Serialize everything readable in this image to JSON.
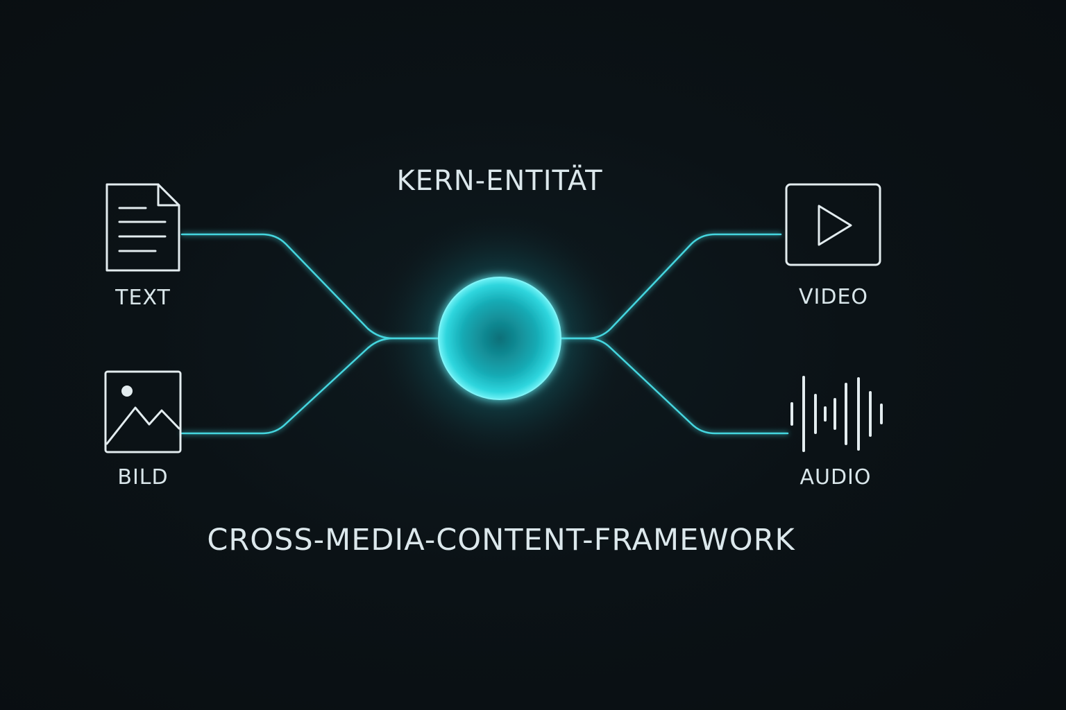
{
  "title": "KERN-ENTITÄT",
  "footer": "CROSS-MEDIA-CONTENT-FRAMEWORK",
  "nodes": {
    "text": {
      "label": "TEXT",
      "icon": "document-icon"
    },
    "bild": {
      "label": "BILD",
      "icon": "image-icon"
    },
    "video": {
      "label": "VIDEO",
      "icon": "play-icon"
    },
    "audio": {
      "label": "AUDIO",
      "icon": "waveform-icon"
    }
  },
  "colors": {
    "background": "#0b1115",
    "accent": "#2fd0d8",
    "icon_stroke": "#e3ecef",
    "text": "#d9e6ea"
  }
}
